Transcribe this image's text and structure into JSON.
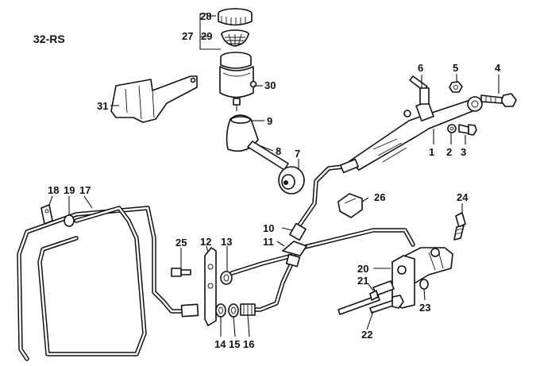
{
  "diagram": {
    "title": "32-RS",
    "callouts": [
      {
        "id": "1",
        "label": "1"
      },
      {
        "id": "2",
        "label": "2"
      },
      {
        "id": "3",
        "label": "3"
      },
      {
        "id": "4",
        "label": "4"
      },
      {
        "id": "5",
        "label": "5"
      },
      {
        "id": "6",
        "label": "6"
      },
      {
        "id": "7",
        "label": "7"
      },
      {
        "id": "8",
        "label": "8"
      },
      {
        "id": "9",
        "label": "9"
      },
      {
        "id": "10",
        "label": "10"
      },
      {
        "id": "11",
        "label": "11"
      },
      {
        "id": "12",
        "label": "12"
      },
      {
        "id": "13",
        "label": "13"
      },
      {
        "id": "14",
        "label": "14"
      },
      {
        "id": "15",
        "label": "15"
      },
      {
        "id": "16",
        "label": "16"
      },
      {
        "id": "17",
        "label": "17"
      },
      {
        "id": "18",
        "label": "18"
      },
      {
        "id": "19",
        "label": "19"
      },
      {
        "id": "20",
        "label": "20"
      },
      {
        "id": "21",
        "label": "21"
      },
      {
        "id": "22",
        "label": "22"
      },
      {
        "id": "23",
        "label": "23"
      },
      {
        "id": "24",
        "label": "24"
      },
      {
        "id": "25",
        "label": "25"
      },
      {
        "id": "26",
        "label": "26"
      },
      {
        "id": "27",
        "label": "27"
      },
      {
        "id": "28",
        "label": "28"
      },
      {
        "id": "29",
        "label": "29"
      },
      {
        "id": "30",
        "label": "30"
      },
      {
        "id": "31",
        "label": "31"
      }
    ]
  }
}
